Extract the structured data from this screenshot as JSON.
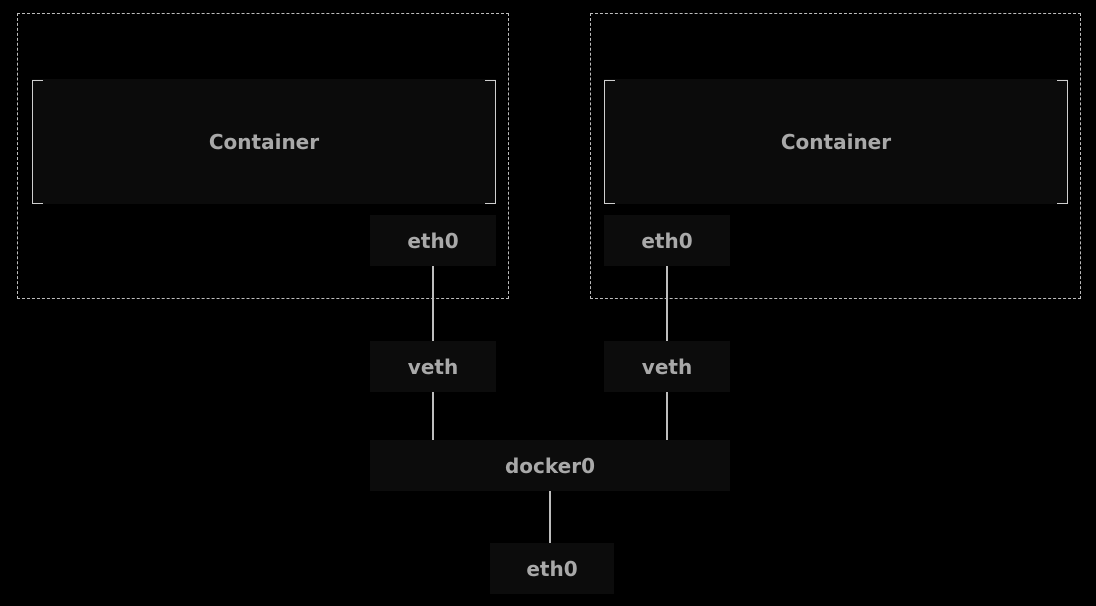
{
  "colors": {
    "background": "#000000",
    "box_fill": "#0c0c0c",
    "text": "#a9a9a9",
    "lines": "#bdbdbd"
  },
  "namespaces": [
    {
      "container_label": "Container",
      "eth_label": "eth0",
      "veth_label": "veth"
    },
    {
      "container_label": "Container",
      "eth_label": "eth0",
      "veth_label": "veth"
    }
  ],
  "bridge": {
    "label": "docker0"
  },
  "host": {
    "eth_label": "eth0"
  }
}
